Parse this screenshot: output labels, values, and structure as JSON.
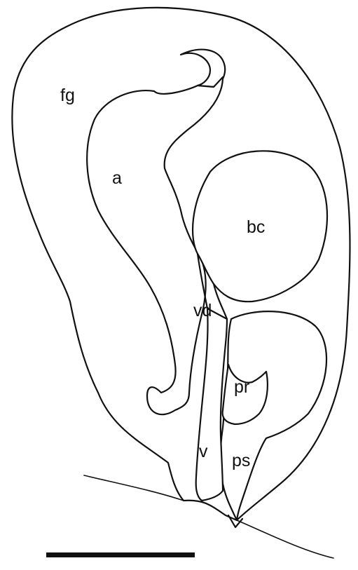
{
  "labels": {
    "fg": "fg",
    "a": "a",
    "bc": "bc",
    "vd": "vd",
    "pr": "pr",
    "v": "v",
    "ps": "ps"
  },
  "colors": {
    "ink": "#111111",
    "background": "#ffffff",
    "stipple": "#222222"
  }
}
